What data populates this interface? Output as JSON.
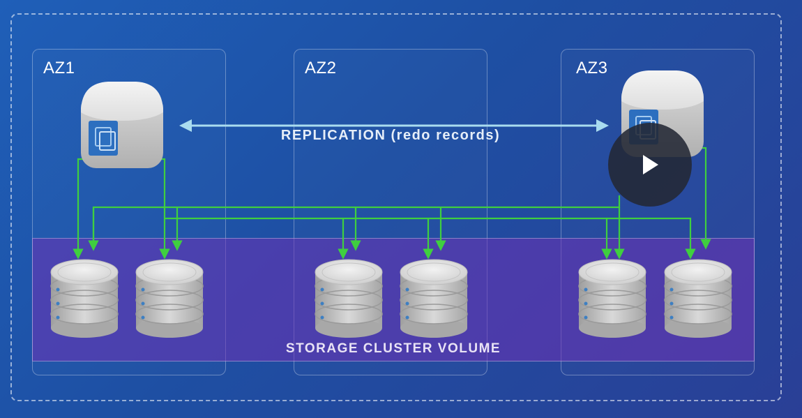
{
  "zones": [
    {
      "label": "AZ1"
    },
    {
      "label": "AZ2"
    },
    {
      "label": "AZ3"
    }
  ],
  "replication_label": "REPLICATION (redo records)",
  "storage_label": "STORAGE CLUSTER VOLUME",
  "colors": {
    "background": "#1f57b0",
    "replication_arrow": "#a9dcef",
    "data_arrow": "#3fcf3f",
    "storage_band": "#6e32b4"
  },
  "icons": {
    "instance": "database-instance-icon",
    "storage_node": "storage-disk-icon",
    "media_control": "play-icon"
  }
}
